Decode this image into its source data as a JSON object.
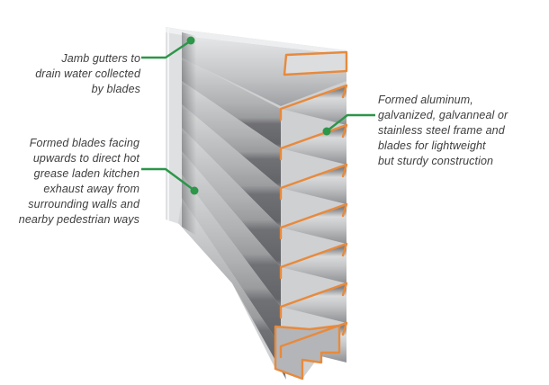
{
  "illustration": {
    "name": "grease-exhaust-louver-cutaway",
    "description": "3D cutaway of a drainable-blade exhaust louver, blade cross-sections highlighted in orange",
    "blade_count": 7
  },
  "colors": {
    "background": "#FFFFFF",
    "text": "#3E3E40",
    "leader_green": "#2C9649",
    "section_highlight_orange": "#E78A3C",
    "metal_light": "#E9EAEB",
    "metal_mid": "#AFB0B2",
    "metal_dark": "#707175"
  },
  "callouts": {
    "jamb_gutters": {
      "text": "Jamb gutters to\ndrain water collected\nby blades"
    },
    "formed_blades": {
      "text": "Formed blades facing\nupwards to direct hot\ngrease laden kitchen\nexhaust away from\nsurrounding walls and\nnearby pedestrian ways"
    },
    "materials": {
      "text": "Formed aluminum,\ngalvanized, galvanneal or\nstainless steel frame and\nblades for lightweight\nbut sturdy construction"
    }
  }
}
